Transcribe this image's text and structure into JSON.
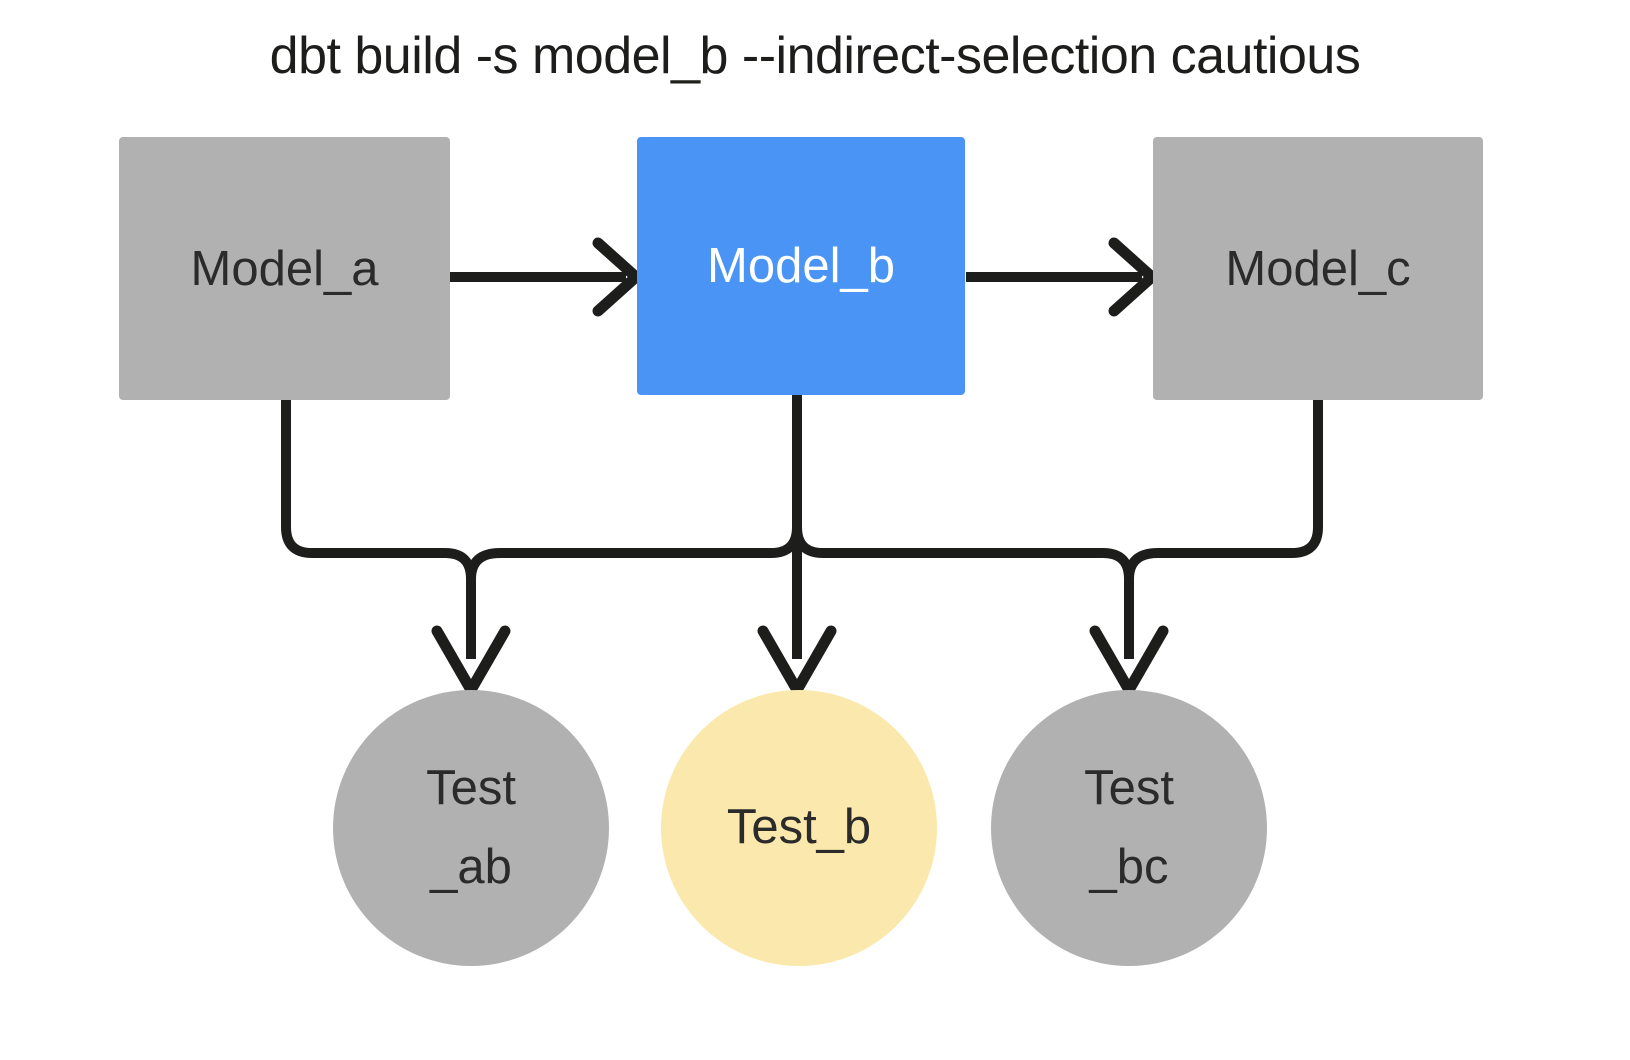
{
  "title": "dbt build -s model_b --indirect-selection cautious",
  "colors": {
    "background": "#ffffff",
    "node_gray": "#b1b1b1",
    "node_selected_blue": "#4a94f5",
    "node_indirect_yellow": "#fae8ac",
    "edge_black": "#1d1d1b",
    "text_dark": "#2b2b2b",
    "text_light": "#ffffff"
  },
  "models": [
    {
      "id": "model_a",
      "label": "Model_a",
      "state": "unselected",
      "color": "#b1b1b1"
    },
    {
      "id": "model_b",
      "label": "Model_b",
      "state": "selected",
      "color": "#4a94f5"
    },
    {
      "id": "model_c",
      "label": "Model_c",
      "state": "unselected",
      "color": "#b1b1b1"
    }
  ],
  "tests": [
    {
      "id": "test_ab",
      "line1": "Test",
      "line2": "_ab",
      "state": "excluded",
      "color": "#b1b1b1"
    },
    {
      "id": "test_b",
      "line1": "Test_b",
      "line2": "",
      "state": "included",
      "color": "#fae8ac"
    },
    {
      "id": "test_bc",
      "line1": "Test",
      "line2": "_bc",
      "state": "excluded",
      "color": "#b1b1b1"
    }
  ],
  "edges": [
    {
      "from": "model_a",
      "to": "model_b",
      "kind": "arrow-right"
    },
    {
      "from": "model_b",
      "to": "model_c",
      "kind": "arrow-right"
    },
    {
      "from": "model_a",
      "to": "test_ab",
      "kind": "arrow-down-elbow"
    },
    {
      "from": "model_b",
      "to": "test_ab",
      "kind": "arrow-down-elbow"
    },
    {
      "from": "model_b",
      "to": "test_b",
      "kind": "arrow-down"
    },
    {
      "from": "model_b",
      "to": "test_bc",
      "kind": "arrow-down-elbow"
    },
    {
      "from": "model_c",
      "to": "test_bc",
      "kind": "arrow-down-elbow"
    }
  ]
}
